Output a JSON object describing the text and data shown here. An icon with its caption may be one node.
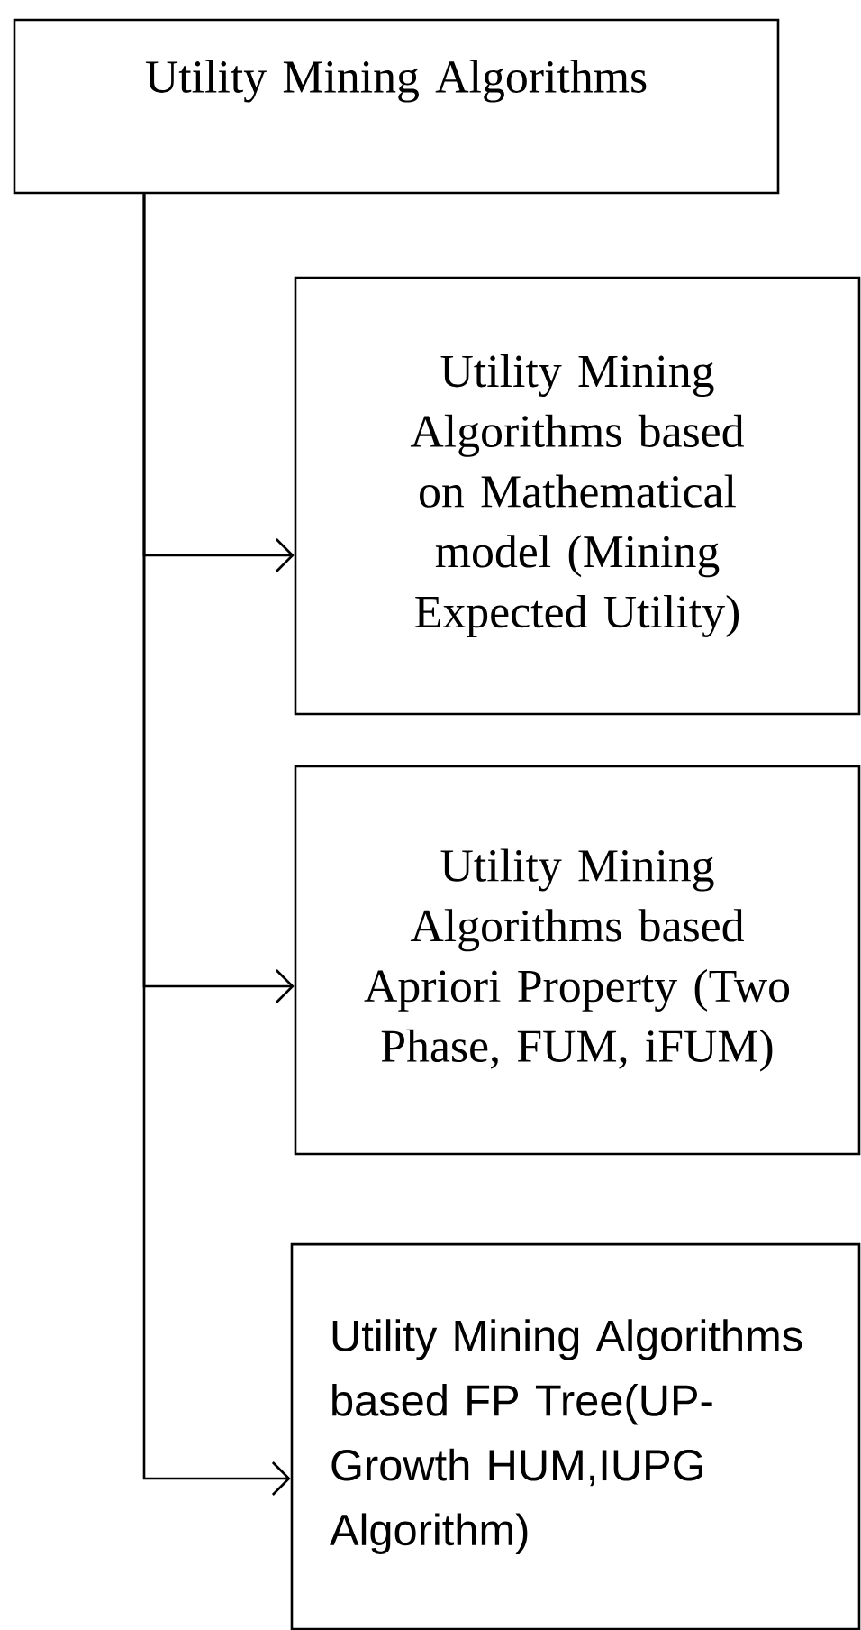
{
  "diagram": {
    "nodes": [
      {
        "text": [
          "Utility Mining Algorithms"
        ]
      },
      {
        "text": [
          "Utility Mining Algorithms based on Mathematical model (Mining Expected Utility)"
        ]
      },
      {
        "text": [
          "Utility Mining Algorithms based Apriori Property (Two Phase, FUM, iFUM)"
        ]
      },
      {
        "text": [
          "Utility Mining Algorithms based FP Tree(UP-Growth HUM,IUPG Algorithm)"
        ]
      }
    ],
    "edges": [
      {
        "from": 0,
        "to": 1,
        "arrow": "to"
      },
      {
        "from": 0,
        "to": 2,
        "arrow": "to"
      },
      {
        "from": 0,
        "to": 3,
        "arrow": "to"
      }
    ]
  }
}
